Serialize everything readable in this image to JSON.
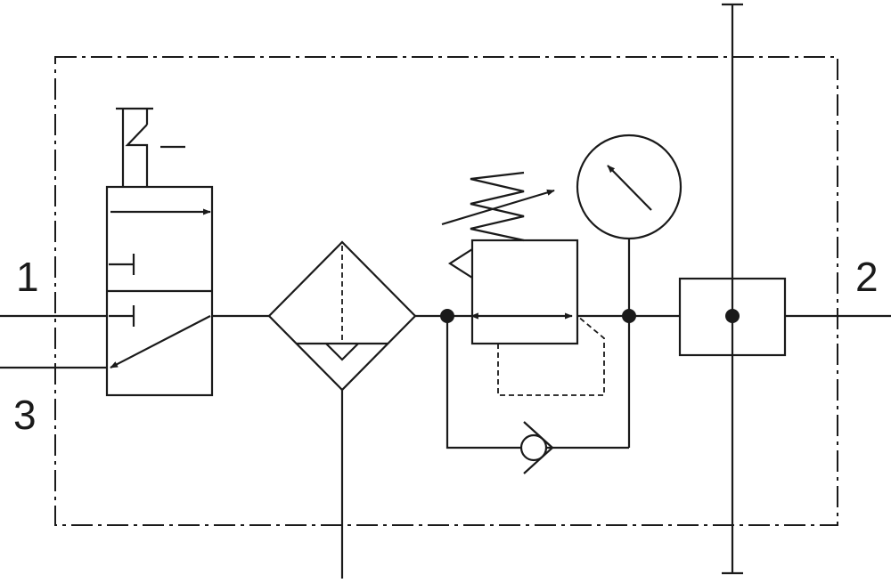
{
  "ports": {
    "port_1": "1",
    "port_2": "2",
    "port_3": "3"
  }
}
